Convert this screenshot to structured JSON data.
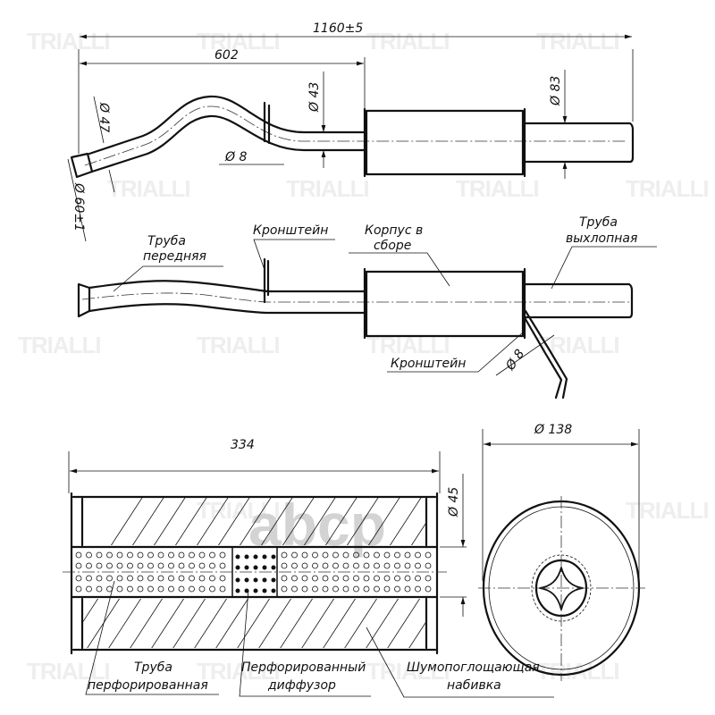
{
  "watermark": {
    "brand": "TRIALLI",
    "logo": "abcp"
  },
  "top_view": {
    "dim_total": "1160±5",
    "dim_to_body": "602",
    "dia_pipe": "Ø 43",
    "dia_tail": "Ø 83",
    "dia_inlet": "Ø 47",
    "dia_flange": "Ø 60±1",
    "dia_bracket": "Ø 8"
  },
  "side_view": {
    "front_pipe": [
      "Труба",
      "передняя"
    ],
    "bracket_top": "Кронштейн",
    "body": [
      "Корпус в",
      "сборе"
    ],
    "tail_pipe": [
      "Труба",
      "выхлопная"
    ],
    "bracket_bottom": "Кронштейн",
    "dia_bracket": "Ø 8"
  },
  "section_view": {
    "dim_length": "334",
    "dia_inner": "Ø 45",
    "dia_body": "Ø 138",
    "perforated_pipe": [
      "Труба",
      "перфорированная"
    ],
    "diffuser": [
      "Перфорированный",
      "диффузор"
    ],
    "packing": [
      "Шумопоглощающая",
      "набивка"
    ]
  }
}
